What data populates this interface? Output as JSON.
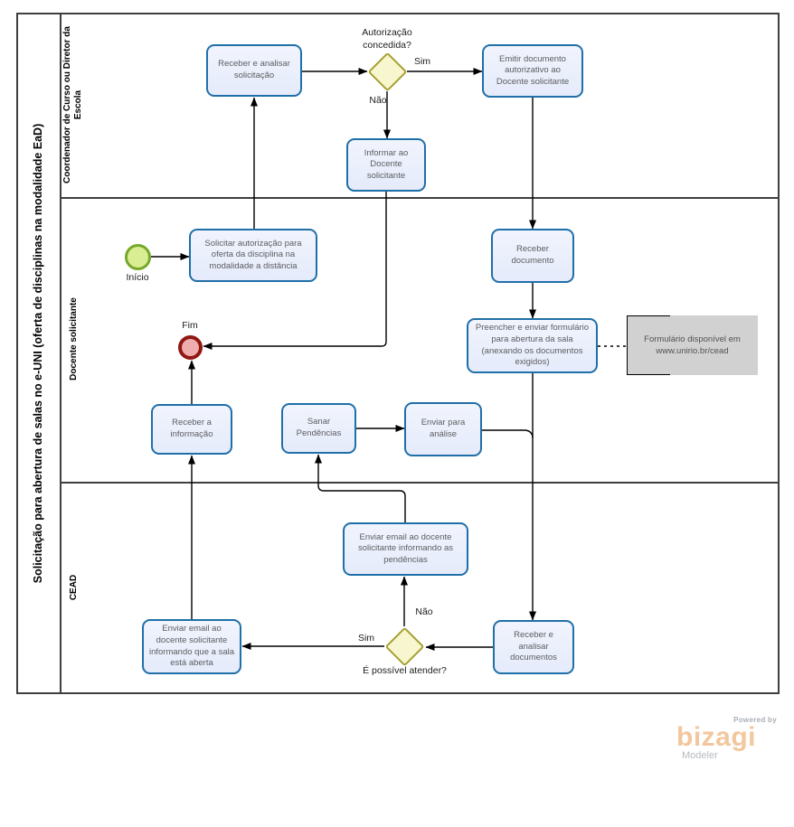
{
  "pool": {
    "title": "Solicitação para abertura de salas no e-UNI (oferta de disciplinas na modalidade EaD)"
  },
  "lanes": [
    {
      "label": "Coordenador de Curso ou Diretor da Escola"
    },
    {
      "label": "Docente  solicitante"
    },
    {
      "label": "CEAD"
    }
  ],
  "events": {
    "start": "Início",
    "end": "Fim"
  },
  "gateways": {
    "authorization": "Autorização concedida?",
    "attend": "É possível atender?"
  },
  "tasks": {
    "receber_analisar_solicitacao": "Receber  e analisar solicitação",
    "emitir_documento": "Emitir documento autorizativo ao Docente solicitante",
    "informar_docente": "Informar ao Docente solicitante",
    "solicitar_autorizacao": "Solicitar autorização para oferta da disciplina na modalidade a distância",
    "receber_documento": "Receber documento",
    "preencher_enviar_formulario": "Preencher e enviar formulário para abertura da sala (anexando os documentos exigidos)",
    "receber_informacao": "Receber a informação",
    "sanar_pendencias": "Sanar Pendências",
    "enviar_para_analise": "Enviar para análise",
    "enviar_email_pendencias": "Enviar email ao docente solicitante informando as pendências",
    "enviar_email_sala_aberta": "Enviar email ao docente solicitante informando que a sala está aberta",
    "receber_analisar_documentos": "Receber e analisar documentos"
  },
  "flow_labels": {
    "sim_auth": "Sim",
    "nao_auth": "Não",
    "sim_attend": "Sim",
    "nao_attend": "Não"
  },
  "annotation": {
    "text": "Formulário disponível em www.unirio.br/cead"
  },
  "branding": {
    "powered_by": "Powered by",
    "brand": "bizagi",
    "product": "Modeler"
  },
  "colors": {
    "task_border": "#1f6fa8",
    "task_fill": "#e9eefb",
    "gateway_border": "#a5a030",
    "gateway_fill": "#f8f6cf",
    "start_border": "#76a82b",
    "start_fill": "#d9ee92",
    "end_border": "#901712",
    "end_fill": "#efadad",
    "annotation_fill": "#d1d1d1",
    "brand_color": "#f3c79e"
  }
}
